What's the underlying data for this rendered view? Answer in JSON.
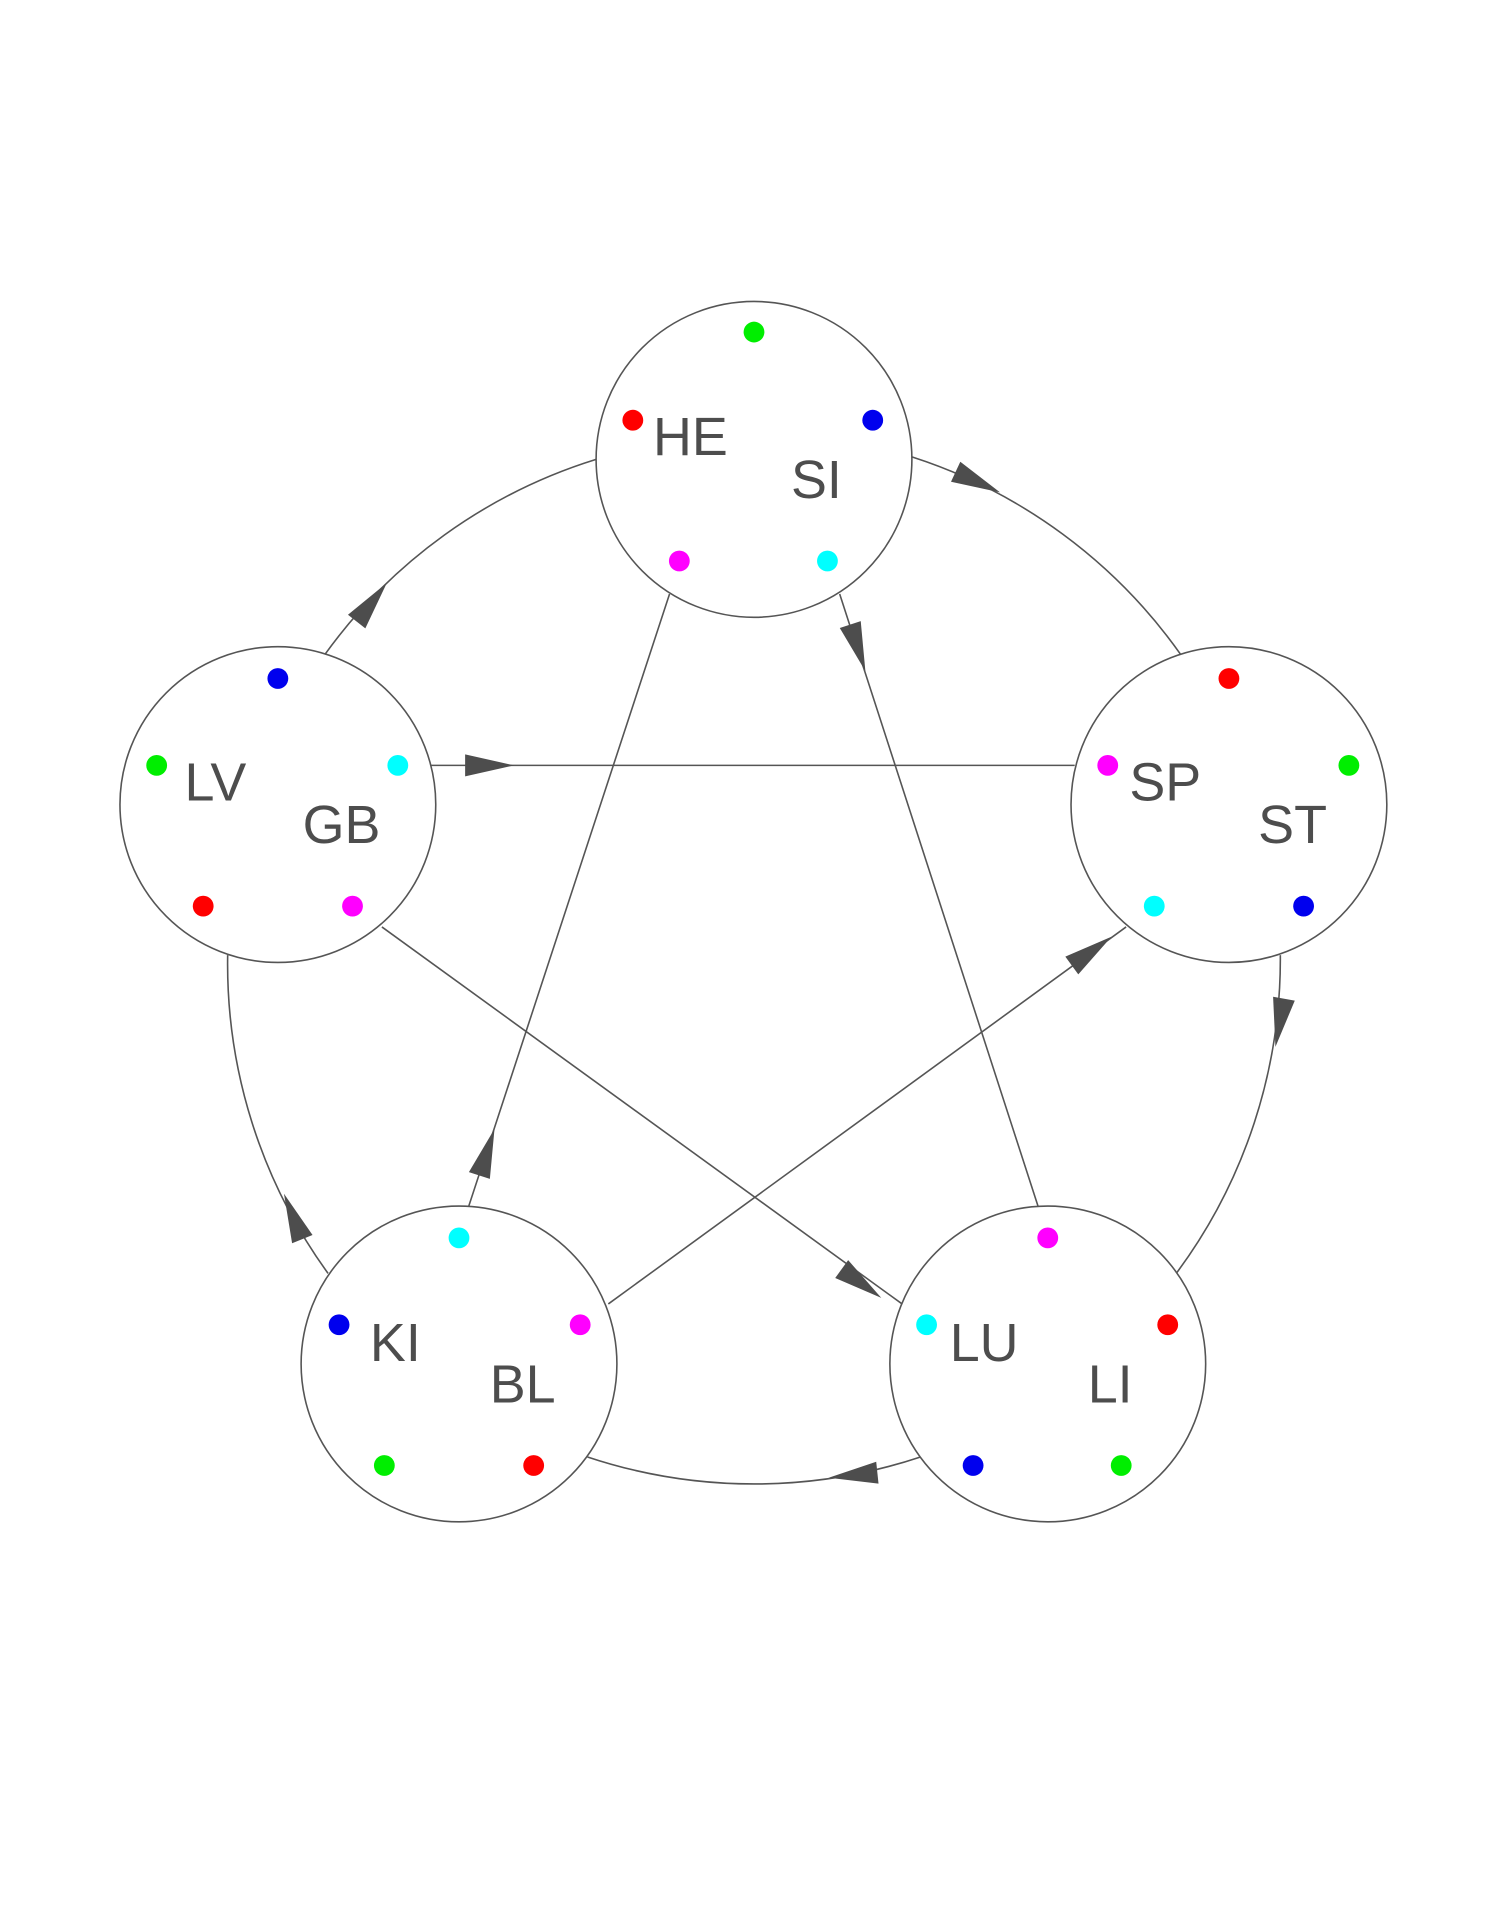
{
  "colors": {
    "line": "#555555",
    "arrow": "#4d4d4d",
    "red": "#ff0000",
    "green": "#00ee00",
    "blue": "#0000ee",
    "cyan": "#00ffff",
    "magenta": "#ff00ff"
  },
  "nodes": [
    {
      "id": "fire",
      "labels": [
        "HE",
        "SI"
      ],
      "dots": [
        "green",
        "red",
        "blue",
        "magenta",
        "cyan"
      ]
    },
    {
      "id": "wood",
      "labels": [
        "LV",
        "GB"
      ],
      "dots": [
        "blue",
        "green",
        "cyan",
        "red",
        "magenta"
      ]
    },
    {
      "id": "earth",
      "labels": [
        "SP",
        "ST"
      ],
      "dots": [
        "red",
        "magenta",
        "green",
        "cyan",
        "blue"
      ]
    },
    {
      "id": "water",
      "labels": [
        "KI",
        "BL"
      ],
      "dots": [
        "cyan",
        "blue",
        "magenta",
        "green",
        "red"
      ]
    },
    {
      "id": "metal",
      "labels": [
        "LU",
        "LI"
      ],
      "dots": [
        "magenta",
        "cyan",
        "red",
        "blue",
        "green"
      ]
    }
  ]
}
